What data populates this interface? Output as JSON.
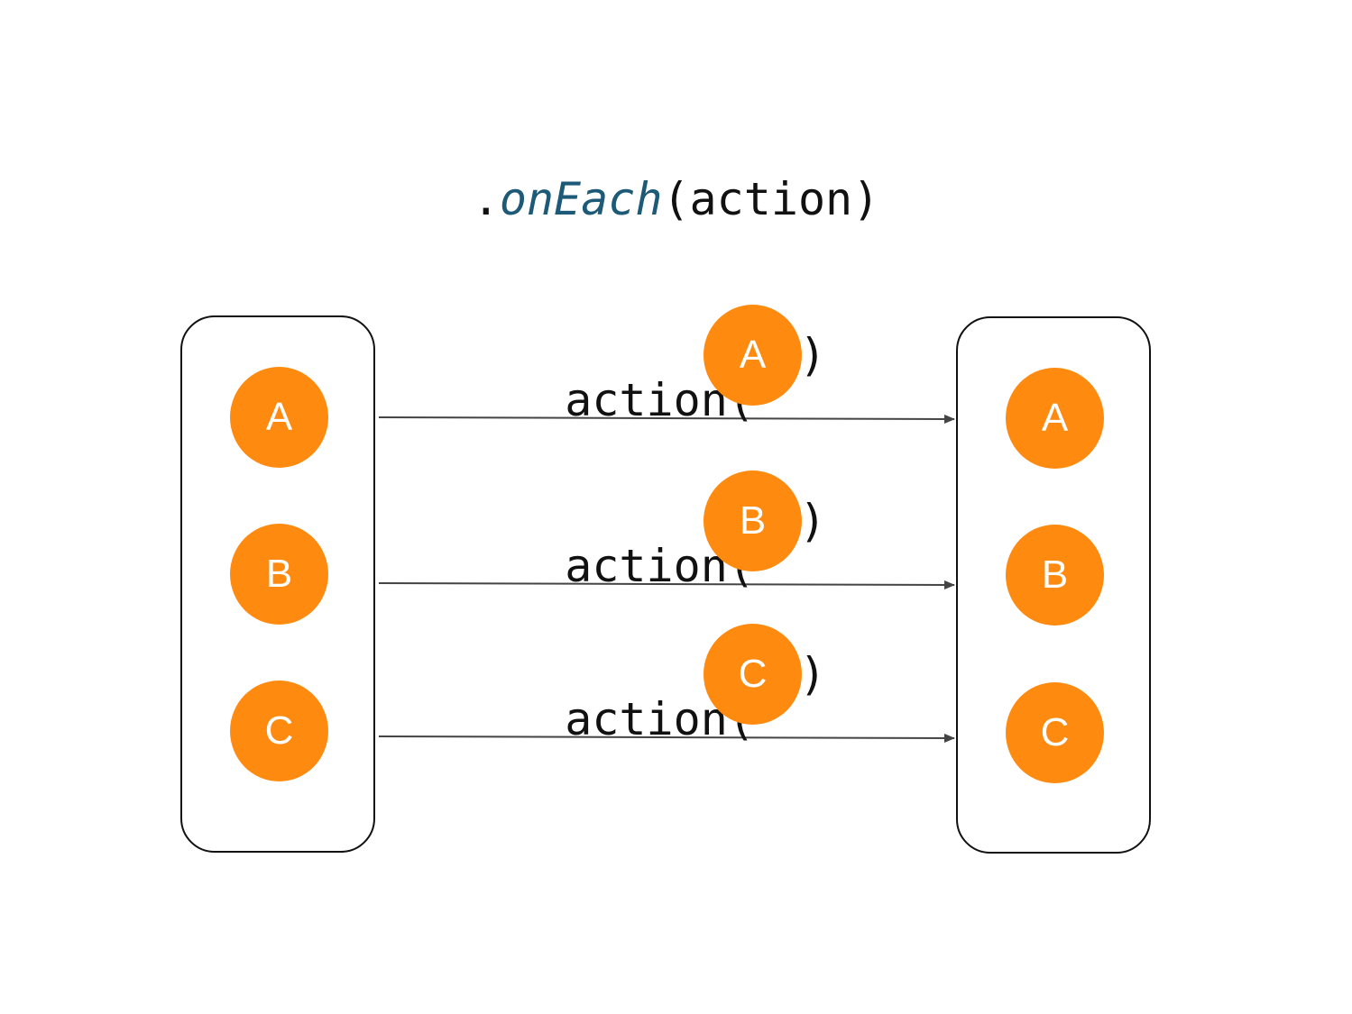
{
  "title": {
    "prefix": ".",
    "function_name": "onEach",
    "open_paren": "(",
    "parameter": "action",
    "close_paren": ")"
  },
  "source_items": [
    "A",
    "B",
    "C"
  ],
  "output_items": [
    "A",
    "B",
    "C"
  ],
  "action_calls": [
    {
      "label": "action(",
      "item": "A",
      "close": ")"
    },
    {
      "label": "action(",
      "item": "B",
      "close": ")"
    },
    {
      "label": "action(",
      "item": "C",
      "close": ")"
    }
  ],
  "colors": {
    "ball": "#ff8a10",
    "ball_text": "#ffffff",
    "function_name": "#1c5a78",
    "arrow": "#444444",
    "panel_border": "#111111"
  }
}
